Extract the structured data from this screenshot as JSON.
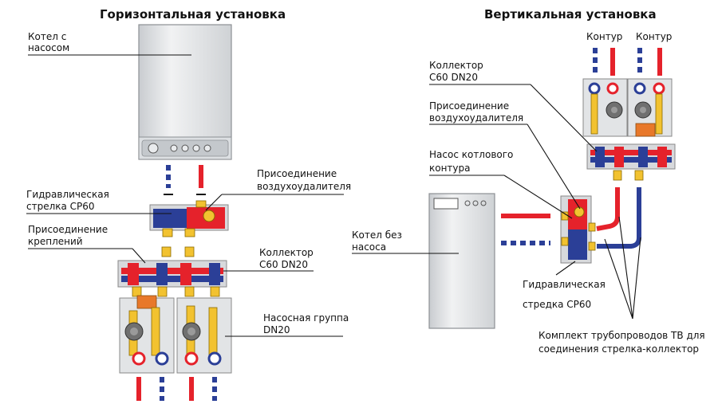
{
  "titles": {
    "horizontal": "Горизонтальная установка",
    "vertical": "Вертикальная установка"
  },
  "horizontal": {
    "boiler_with_pump": [
      "Котел с",
      "насосом"
    ],
    "hydraulic_separator": [
      "Гидравлическая",
      "стрелка СР60"
    ],
    "air_vent_connection": [
      "Присоединение",
      "воздухоудалителя"
    ],
    "mounting_connection": [
      "Присоединение",
      "креплений"
    ],
    "collector": [
      "Коллектор",
      "С60 DN20"
    ],
    "pump_group": [
      "Насосная группа",
      "DN20"
    ]
  },
  "vertical": {
    "circuit_left": "Контур",
    "circuit_right": "Контур",
    "collector": [
      "Коллектор",
      "С60 DN20"
    ],
    "air_vent_connection": [
      "Присоединение",
      "воздухоудалителя"
    ],
    "boiler_circuit_pump": [
      "Насос котлового",
      "контура"
    ],
    "boiler_without_pump": [
      "Котел без",
      "насоса"
    ],
    "hydraulic_separator": [
      "Гидравлическая",
      "стредка СР60"
    ],
    "pipe_kit": [
      "Комплект трубопроводов ТВ для",
      "соединения стрелка-коллектор"
    ]
  },
  "colors": {
    "supply": "#e5222b",
    "return": "#2b3f97",
    "brass": "#f2c230",
    "housing": "#e2e4e6",
    "pump_body": "#707070",
    "actuator": "#e8782a"
  }
}
